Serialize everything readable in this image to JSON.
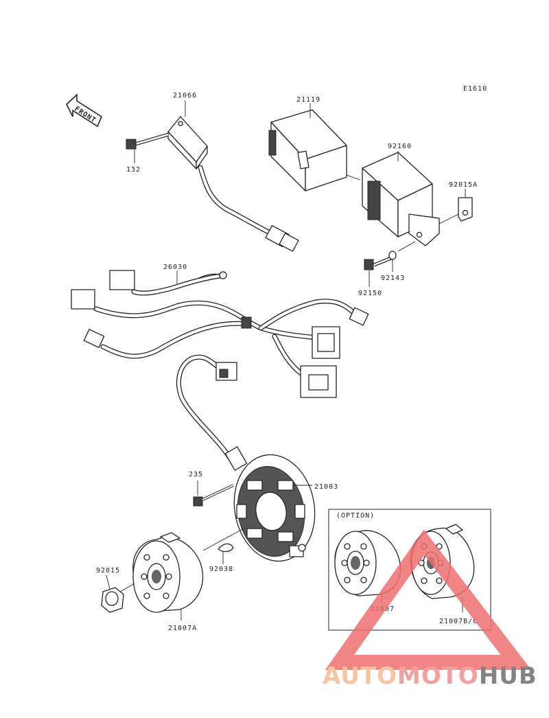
{
  "diagram": {
    "code": "E1610",
    "front_label": "FRONT",
    "option_label": "(OPTION)"
  },
  "parts": {
    "p21066": "21066",
    "p21119": "21119",
    "p92160": "92160",
    "p92015a": "92015A",
    "p132": "132",
    "p26030": "26030",
    "p92143": "92143",
    "p92150": "92150",
    "p235": "235",
    "p21003": "21003",
    "p92038": "92038",
    "p92015": "92015",
    "p21007a": "21007A",
    "p21007": "21007",
    "p21007bc": "21007B/C"
  },
  "watermark": {
    "auto": "AUTO",
    "moto": "MOTO",
    "hub": "HUB",
    "color_light": "#f7b98e",
    "color_mid": "#f08f8f",
    "color_dark": "#6e6e6e"
  }
}
